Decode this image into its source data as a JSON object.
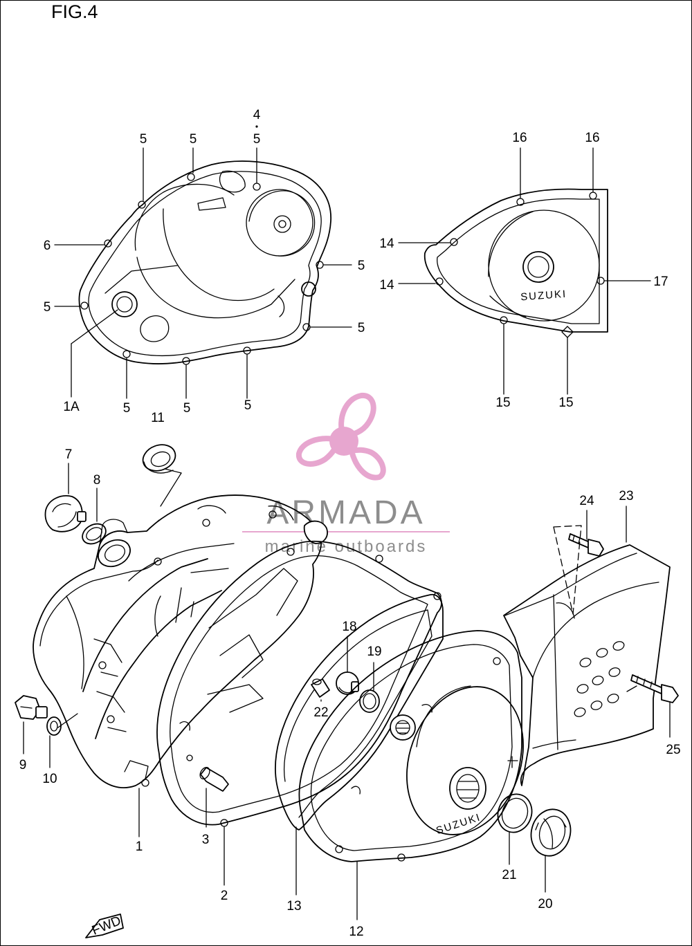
{
  "figure": {
    "title": "FIG.4"
  },
  "watermark": {
    "name": "ARMADA",
    "tagline": "marine outboards",
    "color": "#e7a6cf",
    "text_color": "#8d8d8d",
    "icon": "propeller-icon"
  },
  "brand_marks": {
    "upper_right_cover": "SUZUKI",
    "lower_right_cover": "SUZUKI"
  },
  "direction_badge": {
    "label": "FWD",
    "icon": "arrow-icon"
  },
  "callouts": {
    "c1": "1",
    "c1A": "1A",
    "c2": "2",
    "c3": "3",
    "c4": "4",
    "c5": "5",
    "c6": "6",
    "c7": "7",
    "c8": "8",
    "c9": "9",
    "c10": "10",
    "c11": "11",
    "c12": "12",
    "c13": "13",
    "c14": "14",
    "c15": "15",
    "c16": "16",
    "c17": "17",
    "c18": "18",
    "c19": "19",
    "c20": "20",
    "c21": "21",
    "c22": "22",
    "c23": "23",
    "c24": "24",
    "c25": "25"
  }
}
